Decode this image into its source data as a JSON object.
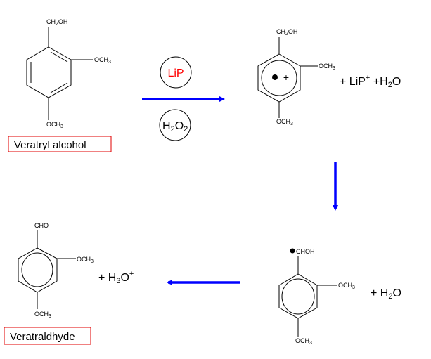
{
  "title": "Oxidation of veratryl alcohol to veratraldehyde by LiP",
  "colors": {
    "arrow": "#0000ff",
    "enzyme": "#ff0000",
    "label_box": "#e00000"
  },
  "veratryl_alcohol": {
    "top_a": "CH",
    "top_sub": "2",
    "top_b": "OH",
    "right_a": "OCH",
    "right_sub": "3",
    "bottom_a": "OCH",
    "bottom_sub": "3",
    "label": "Veratryl alcohol"
  },
  "reagents": {
    "enzyme": "LiP",
    "oxidant_a": "H",
    "oxidant_sub1": "2",
    "oxidant_b": "O",
    "oxidant_sub2": "2"
  },
  "radical_cation": {
    "top_a": "CH",
    "top_sub": "2",
    "top_b": "OH",
    "right_a": "OCH",
    "right_sub": "3",
    "bottom_a": "OCH",
    "bottom_sub": "3",
    "charge": "+",
    "byproducts_a": "+ LiP",
    "byproducts_sup": "+",
    "byproducts_b": " +H",
    "byproducts_sub": "2",
    "byproducts_c": "O"
  },
  "radical": {
    "top": "CHOH",
    "right_a": "OCH",
    "right_sub": "3",
    "bottom_a": "OCH",
    "bottom_sub": "3",
    "byproduct_a": "+ H",
    "byproduct_sub": "2",
    "byproduct_b": "O"
  },
  "veratraldehyde": {
    "top": "CHO",
    "right_a": "OCH",
    "right_sub": "3",
    "bottom_a": "OCH",
    "bottom_sub": "3",
    "label": "Veratraldhyde",
    "byproduct_a": "+ H",
    "byproduct_sub": "3",
    "byproduct_b": "O",
    "byproduct_sup": "+"
  }
}
